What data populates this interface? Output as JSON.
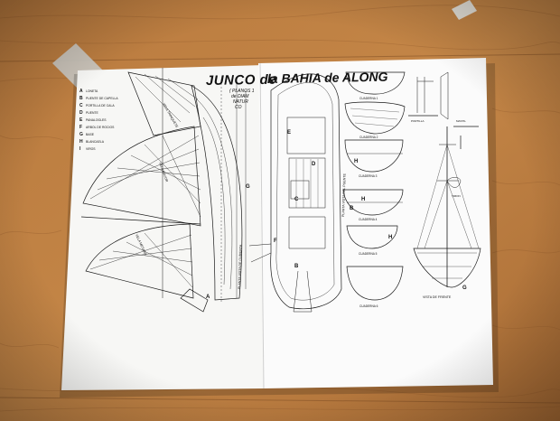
{
  "photo": {
    "colors": {
      "floor": "#b5793f",
      "floor_dark": "#8e5a2b",
      "paper": "#fbfbfb",
      "ink": "#1a1a1a",
      "tape": "#c9c9c4"
    }
  },
  "plan_left": {
    "title": "JUNCO de",
    "subtitle_lines": [
      "( PLANOS 1",
      "de DIAM",
      "NATUR",
      "CO"
    ],
    "legend": [
      {
        "key": "A",
        "text": "LONETA"
      },
      {
        "key": "B",
        "text": "PUENTE DE CAPELLA"
      },
      {
        "key": "C",
        "text": "PORTILLA DE CALA"
      },
      {
        "key": "D",
        "text": "PUENTE"
      },
      {
        "key": "E",
        "text": "PANALOGLES"
      },
      {
        "key": "F",
        "text": "ARBOL DE ROCIOS"
      },
      {
        "key": "G",
        "text": "BASE"
      },
      {
        "key": "H",
        "text": "BLANCAELA"
      },
      {
        "key": "I",
        "text": "VIROS"
      }
    ],
    "sail_labels": [
      "VELA MAYOR",
      "VELA TRINQUETE",
      "VELA MESANA"
    ],
    "side_label": "PLANTA VISTA DE CUBIERTA",
    "letters": [
      "A",
      "G"
    ]
  },
  "plan_right": {
    "title": "la BAHIA de ALONG",
    "side_label": "PLANTA VISTA DEL PUENTE",
    "deck_letters": [
      "D",
      "C",
      "B",
      "E",
      "F"
    ],
    "section_labels": [
      "CUADERNA 1",
      "CUADERNA 2",
      "CUADERNA 3",
      "CUADERNA 4",
      "CUADERNA 5",
      "CUADERNA 6"
    ],
    "section_letters": [
      "H",
      "H",
      "H",
      "B",
      "G"
    ],
    "front_view_label": "VISTA DE FRENTE",
    "part_labels": [
      "PORTILLA",
      "MASTIL",
      "TIMON"
    ]
  }
}
